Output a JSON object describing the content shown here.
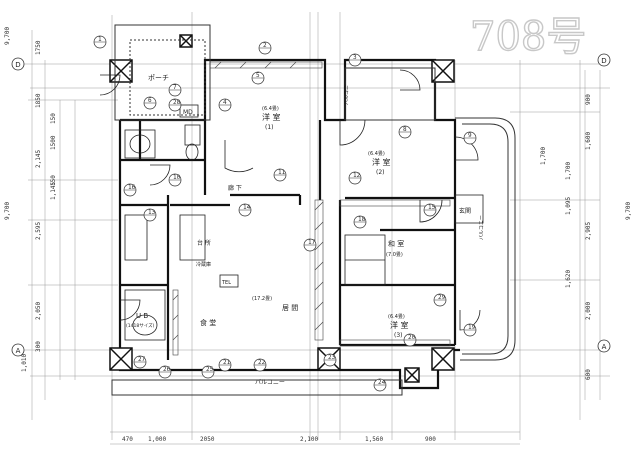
{
  "sheet": {
    "unit_no": "708号"
  },
  "axes": {
    "axis_d_left": "D",
    "axis_d_right": "D",
    "axis_a_left": "A",
    "axis_a_right": "A"
  },
  "rooms": {
    "porch": "ポーチ",
    "western_1_size": "(6.4畳)",
    "western_1_name": "洋 室",
    "western_1_num": "(1)",
    "western_2_size": "(6.4畳)",
    "western_2_name": "洋 室",
    "western_2_num": "(2)",
    "corridor": "廊 下",
    "japanese_name": "和 室",
    "japanese_size": "(7.0畳)",
    "western_3_size": "(6.4畳)",
    "western_3_name": "洋 室",
    "western_3_num": "(3)",
    "living_size": "(17.2畳)",
    "living_name": "居 間",
    "dining": "食 堂",
    "kitchen": "台 所",
    "unit_bath": "U B",
    "unit_bath_size": "(1418サイズ)",
    "balcony_bottom": "バルコニー",
    "balcony_right": "バルコニー",
    "balcony_top": "バルコニー",
    "entrance": "玄関",
    "md": "MD",
    "ref": "冷蔵庫",
    "tel": "TEL"
  },
  "dims_left": [
    "1750",
    "1850",
    "150",
    "1500",
    "2,145",
    "150",
    "1,145",
    "2,595",
    "2,050",
    "300",
    "1,010"
  ],
  "dims_left_total": [
    "9,700",
    "9,700"
  ],
  "dims_right": [
    "900",
    "1,600",
    "1,700",
    "2,905",
    "1,095",
    "1,620",
    "2,000",
    "600",
    "1,700"
  ],
  "dims_right_total": "9,700",
  "dims_bottom": [
    "470",
    "1,000",
    "2050",
    "2,100",
    "1,560",
    "900"
  ],
  "marks": [
    "1",
    "2",
    "3",
    "4",
    "5",
    "6",
    "7",
    "8",
    "9",
    "10",
    "11",
    "12",
    "13",
    "14",
    "15",
    "16",
    "17",
    "18",
    "19",
    "20",
    "21",
    "22",
    "23",
    "24",
    "25",
    "26",
    "27",
    "28",
    "29"
  ]
}
